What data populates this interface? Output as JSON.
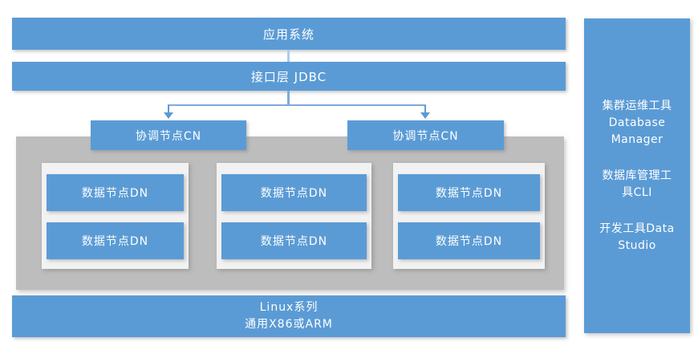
{
  "layers": {
    "application": "应用系统",
    "interface": "接口层 JDBC",
    "os_line1": "Linux系列",
    "os_line2": "通用X86或ARM"
  },
  "cluster": {
    "coordinator_nodes": [
      "协调节点CN",
      "协调节点CN"
    ],
    "data_node_groups": [
      [
        "数据节点DN",
        "数据节点DN"
      ],
      [
        "数据节点DN",
        "数据节点DN"
      ],
      [
        "数据节点DN",
        "数据节点DN"
      ]
    ]
  },
  "sidebar": {
    "tools": [
      {
        "lines": [
          "集群运维工具",
          "Database",
          "Manager"
        ]
      },
      {
        "lines": [
          "数据库管理工",
          "具CLI"
        ]
      },
      {
        "lines": [
          "开发工具Data",
          "Studio"
        ]
      }
    ]
  },
  "colors": {
    "primary_blue": "#5B9BD5",
    "container_gray": "#BDBDBD",
    "panel_light": "#F2F2F2",
    "connector_light_blue": "#ADCCEC",
    "connector_mid_blue": "#7FA9DC",
    "connector_blue": "#5B9BD5",
    "text_on_blue": "#FFFFFF"
  }
}
